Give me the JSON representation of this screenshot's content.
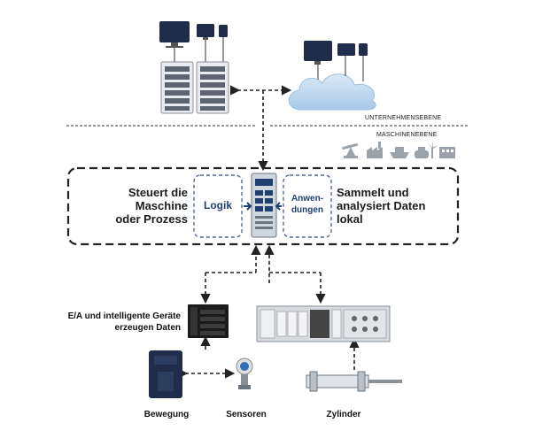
{
  "levels": {
    "enterprise": "UNTERNEHMENSEBENE",
    "machine": "MASCHINENEBENE"
  },
  "controller": {
    "left_text": [
      "Steuert die",
      "Maschine",
      "oder Prozess"
    ],
    "logic_label": "Logik",
    "apps_label": [
      "Anwen-",
      "dungen"
    ],
    "right_text": [
      "Sammelt und",
      "analysiert Daten",
      "lokal"
    ]
  },
  "io_caption": [
    "E/A und intelligente Geräte",
    "erzeugen Daten"
  ],
  "devices": {
    "motion": "Bewegung",
    "sensors": "Sensoren",
    "cylinder": "Zylinder"
  },
  "industry_icons": [
    "oil-pump-icon",
    "factory-icon",
    "ship-icon",
    "tank-icon",
    "wind-turbine-icon",
    "building-icon"
  ],
  "colors": {
    "dark_blue": "#1e3f70",
    "navy": "#1f2d4a",
    "line": "#222222",
    "cloud": "#bcd6ee",
    "gray": "#9aa3ab"
  }
}
